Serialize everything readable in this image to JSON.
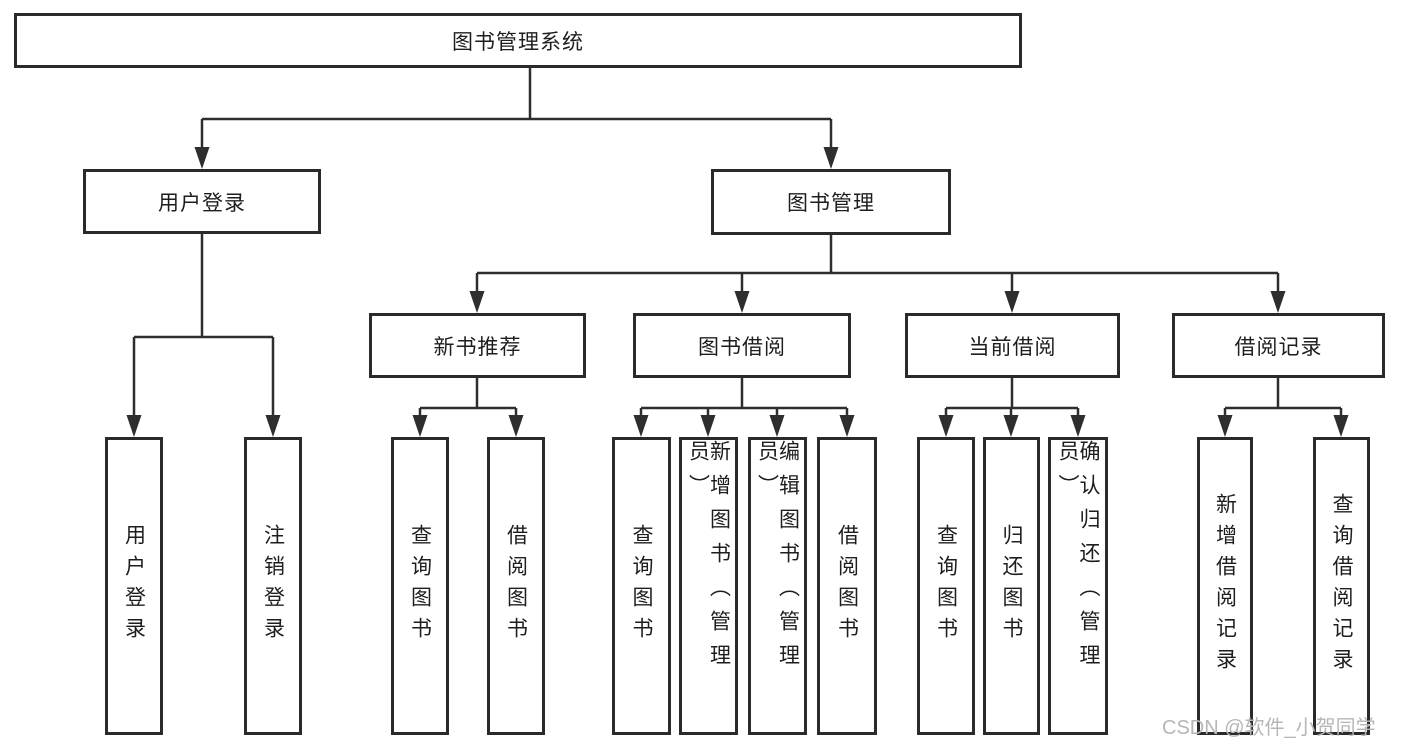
{
  "diagram": {
    "type": "hierarchy-tree",
    "colors": {
      "line": "#2e2e2e",
      "box_border": "#2a2a2a",
      "text": "#1e1e1e",
      "background": "#ffffff",
      "watermark": "#b6b6b6"
    },
    "nodes": {
      "root": "图书管理系统",
      "user_login": "用户登录",
      "book_management": "图书管理",
      "new_book_recommend": "新书推荐",
      "book_borrowing": "图书借阅",
      "current_borrowing": "当前借阅",
      "borrowing_records": "借阅记录",
      "ul_user_login": "用户登录",
      "ul_logout": "注销登录",
      "nbr_query_books": "查询图书",
      "nbr_borrow_books": "借阅图书",
      "bb_query_books": "查询图书",
      "bb_add_books": "新增图书（管理员）",
      "bb_edit_books": "编辑图书（管理员）",
      "bb_borrow_books": "借阅图书",
      "cb_query_books": "查询图书",
      "cb_return_books": "归还图书",
      "cb_confirm_return": "确认归还（管理员）",
      "br_add_record": "新增借阅记录",
      "br_query_record": "查询借阅记录"
    },
    "edges": [
      [
        "root",
        "user_login"
      ],
      [
        "root",
        "book_management"
      ],
      [
        "user_login",
        "ul_user_login"
      ],
      [
        "user_login",
        "ul_logout"
      ],
      [
        "book_management",
        "new_book_recommend"
      ],
      [
        "book_management",
        "book_borrowing"
      ],
      [
        "book_management",
        "current_borrowing"
      ],
      [
        "book_management",
        "borrowing_records"
      ],
      [
        "new_book_recommend",
        "nbr_query_books"
      ],
      [
        "new_book_recommend",
        "nbr_borrow_books"
      ],
      [
        "book_borrowing",
        "bb_query_books"
      ],
      [
        "book_borrowing",
        "bb_add_books"
      ],
      [
        "book_borrowing",
        "bb_edit_books"
      ],
      [
        "book_borrowing",
        "bb_borrow_books"
      ],
      [
        "current_borrowing",
        "cb_query_books"
      ],
      [
        "current_borrowing",
        "cb_return_books"
      ],
      [
        "current_borrowing",
        "cb_confirm_return"
      ],
      [
        "borrowing_records",
        "br_add_record"
      ],
      [
        "borrowing_records",
        "br_query_record"
      ]
    ]
  },
  "watermark": "CSDN @软件_小贺同学"
}
